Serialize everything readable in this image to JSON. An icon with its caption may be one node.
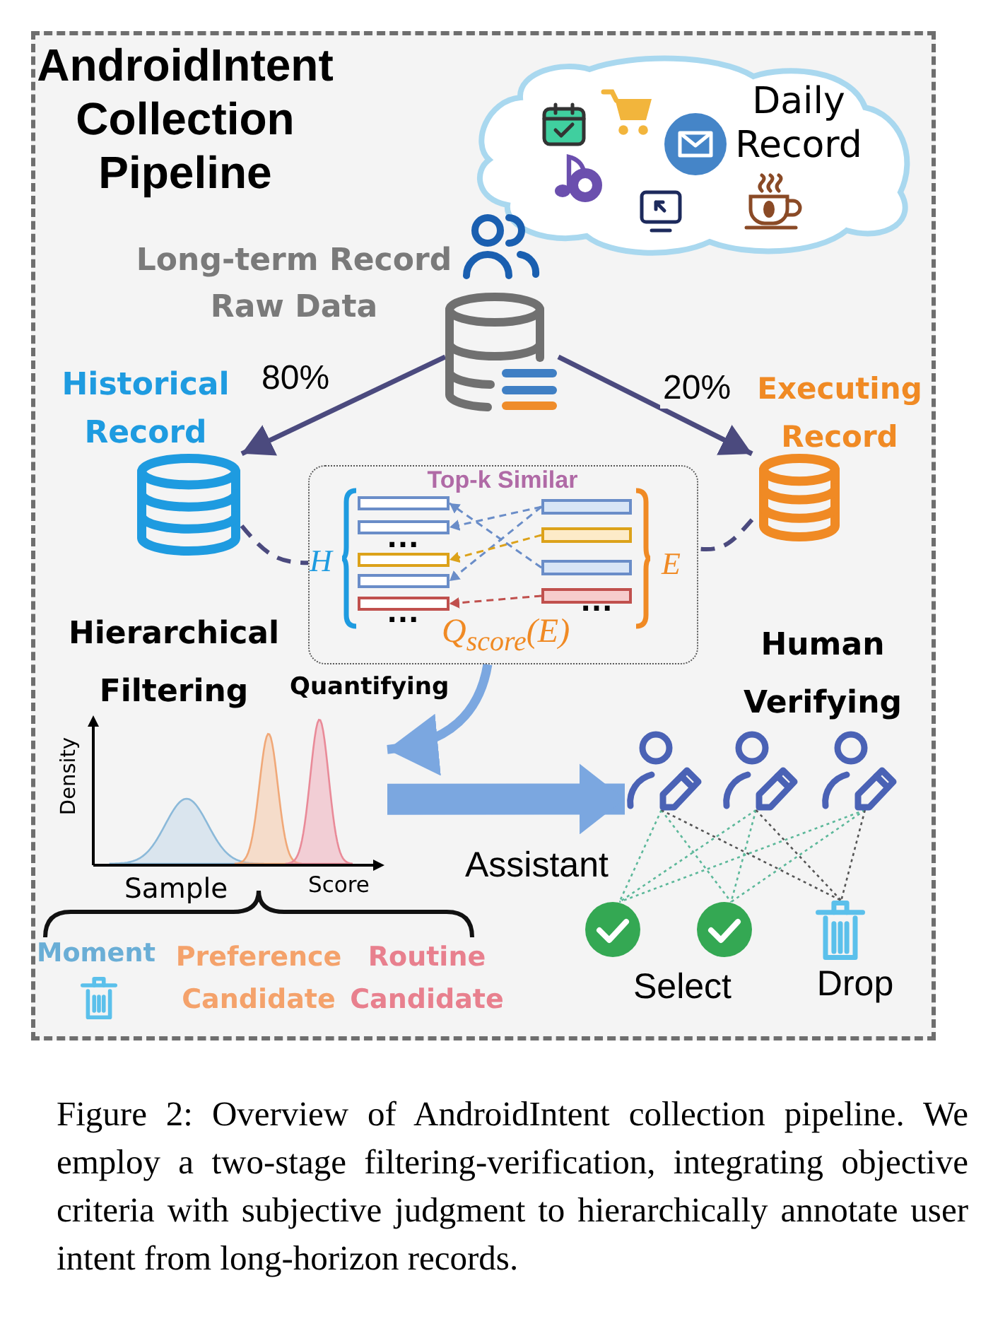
{
  "diagram": {
    "caption": "Figure 2: Overview of AndroidIntent collection pipeline. We employ a two-stage filtering-verification, integrating objective criteria with subjective judgment to hierarchically annotate user intent from long-horizon records.",
    "nodes": [
      {
        "text": [
          "AndroidIntent Collection Pipeline"
        ]
      },
      {
        "text": [
          "Daily Record"
        ],
        "in": 0
      },
      {
        "text": [
          "Long-term Record Raw Data"
        ],
        "in": 0
      },
      {
        "text": [
          "Historical Record"
        ],
        "in": 0
      },
      {
        "text": [
          "Executing Record"
        ],
        "in": 0
      },
      {
        "text": [
          "Top-k Similar",
          "Q$_{score}$(E)"
        ],
        "in": 0
      },
      {
        "text": [],
        "shape": "bar",
        "in": 5
      },
      {
        "text": [],
        "shape": "bar",
        "in": 5
      },
      {
        "text": [],
        "shape": "bar",
        "in": 5
      },
      {
        "text": [],
        "shape": "bar",
        "in": 5
      },
      {
        "text": [],
        "shape": "bar",
        "in": 5
      },
      {
        "text": [],
        "shape": "bar",
        "in": 5
      },
      {
        "text": [],
        "shape": "bar",
        "in": 5
      },
      {
        "text": [],
        "shape": "bar",
        "in": 5
      },
      {
        "text": [],
        "shape": "bar",
        "in": 5
      },
      {
        "text": [],
        "shape": "picture",
        "beside": [
          "Density",
          "Sample",
          "Score"
        ],
        "in": 0
      },
      {
        "text": [],
        "shape": "person",
        "in": 0
      },
      {
        "text": [],
        "shape": "person",
        "in": 0
      },
      {
        "text": [],
        "shape": "person",
        "in": 0
      },
      {
        "text": [],
        "shape": "circle",
        "in": 0
      },
      {
        "text": [],
        "shape": "circle",
        "in": 0
      },
      {
        "text": [
          "Drop"
        ],
        "in": 0
      }
    ],
    "edges": [
      {
        "from": 2,
        "to": 3,
        "arrow": "to",
        "label": "80%",
        "style": "thick",
        "color": "#4b4a7e"
      },
      {
        "from": 2,
        "to": 4,
        "arrow": "to",
        "label": "20%",
        "style": "thick",
        "color": "#4b4a7e"
      },
      {
        "from": 3,
        "to": 5,
        "arrow": "none",
        "style": "dashed",
        "color": "#4b4a7e"
      },
      {
        "from": 4,
        "to": 5,
        "arrow": "none",
        "style": "dashed",
        "color": "#4b4a7e"
      },
      {
        "from": 11,
        "to": 7,
        "arrow": "to",
        "style": "dashed",
        "color": "#6a8dc8"
      },
      {
        "from": 11,
        "to": 9,
        "arrow": "to",
        "style": "dashed",
        "color": "#6a8dc8"
      },
      {
        "from": 12,
        "to": 8,
        "arrow": "to",
        "style": "dashed",
        "color": "#dca21a"
      },
      {
        "from": 13,
        "to": 6,
        "arrow": "to",
        "style": "dashed",
        "color": "#6a8dc8"
      },
      {
        "from": 14,
        "to": 10,
        "arrow": "to",
        "style": "dashed",
        "color": "#c0504d"
      },
      {
        "from": 5,
        "to": 15,
        "arrow": "to",
        "label": "Quantifying",
        "style": "thick",
        "color": "#7ba7e0"
      },
      {
        "from": 15,
        "to": 16,
        "arrow": "to",
        "label": "Assistant",
        "style": "thick",
        "color": "#7ba7e0"
      },
      {
        "from": 16,
        "to": 19,
        "arrow": "none",
        "style": "dashed",
        "color": "#5cb89a"
      },
      {
        "from": 16,
        "to": 20,
        "arrow": "none",
        "style": "dashed",
        "color": "#5cb89a"
      },
      {
        "from": 16,
        "to": 21,
        "arrow": "none",
        "style": "dashed",
        "color": "#555555"
      },
      {
        "from": 17,
        "to": 19,
        "arrow": "none",
        "style": "dashed",
        "color": "#5cb89a"
      },
      {
        "from": 17,
        "to": 20,
        "arrow": "none",
        "style": "dashed",
        "color": "#5cb89a"
      },
      {
        "from": 17,
        "to": 21,
        "arrow": "none",
        "style": "dashed",
        "color": "#555555"
      },
      {
        "from": 18,
        "to": 19,
        "arrow": "none",
        "style": "dashed",
        "color": "#5cb89a"
      },
      {
        "from": 18,
        "to": 20,
        "arrow": "none",
        "style": "dashed",
        "color": "#5cb89a"
      },
      {
        "from": 18,
        "to": 21,
        "arrow": "none",
        "style": "dashed",
        "color": "#555555"
      }
    ],
    "labels": [
      "H",
      "…",
      "…",
      "E",
      "…",
      "Hierarchical Filtering",
      "Human Verifying",
      "Moment",
      "Preference Candidate",
      "Routine Candidate",
      "Select"
    ]
  }
}
